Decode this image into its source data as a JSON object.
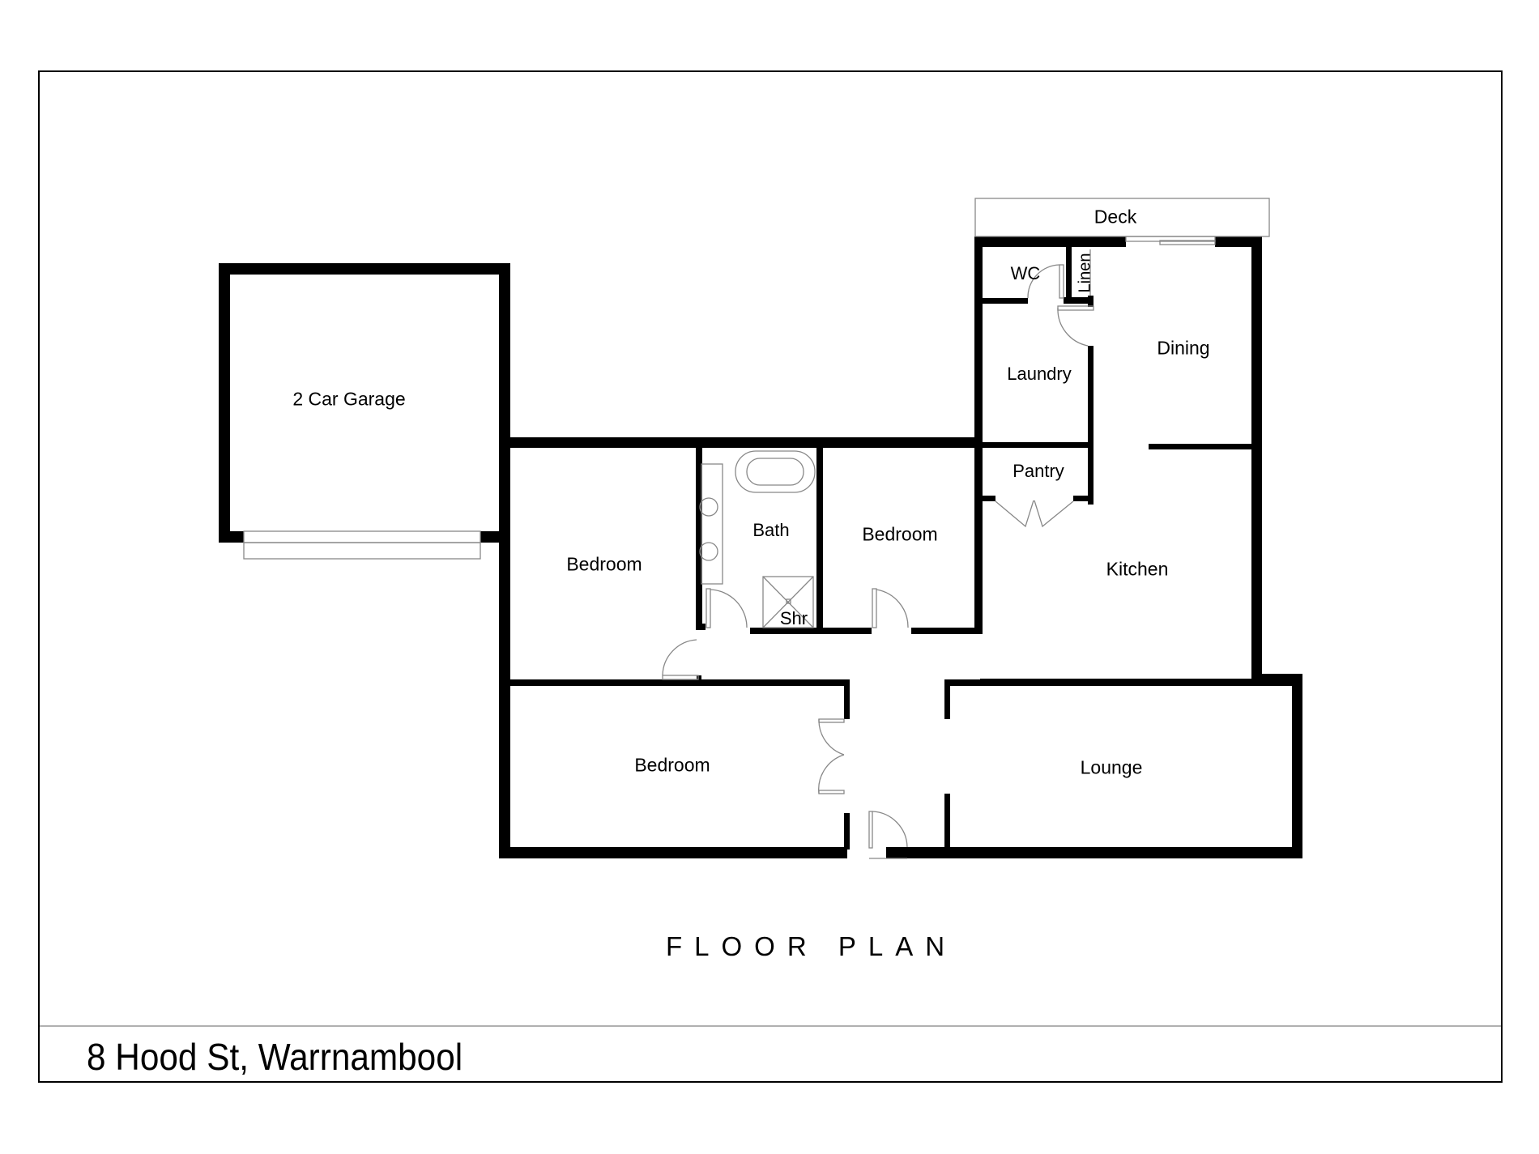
{
  "document": {
    "title": "FLOOR PLAN",
    "address": "8 Hood St, Warrnambool"
  },
  "rooms": {
    "garage": "2 Car Garage",
    "deck": "Deck",
    "wc": "WC",
    "linen": "Linen",
    "laundry": "Laundry",
    "dining": "Dining",
    "pantry": "Pantry",
    "kitchen": "Kitchen",
    "bath": "Bath",
    "shower": "Shr",
    "bedroom_1": "Bedroom",
    "bedroom_2": "Bedroom",
    "bedroom_3": "Bedroom",
    "lounge": "Lounge"
  },
  "colors": {
    "wall": "#000000",
    "fixture": "#888888",
    "border": "#000000",
    "footer_rule": "#b0b0b0"
  }
}
